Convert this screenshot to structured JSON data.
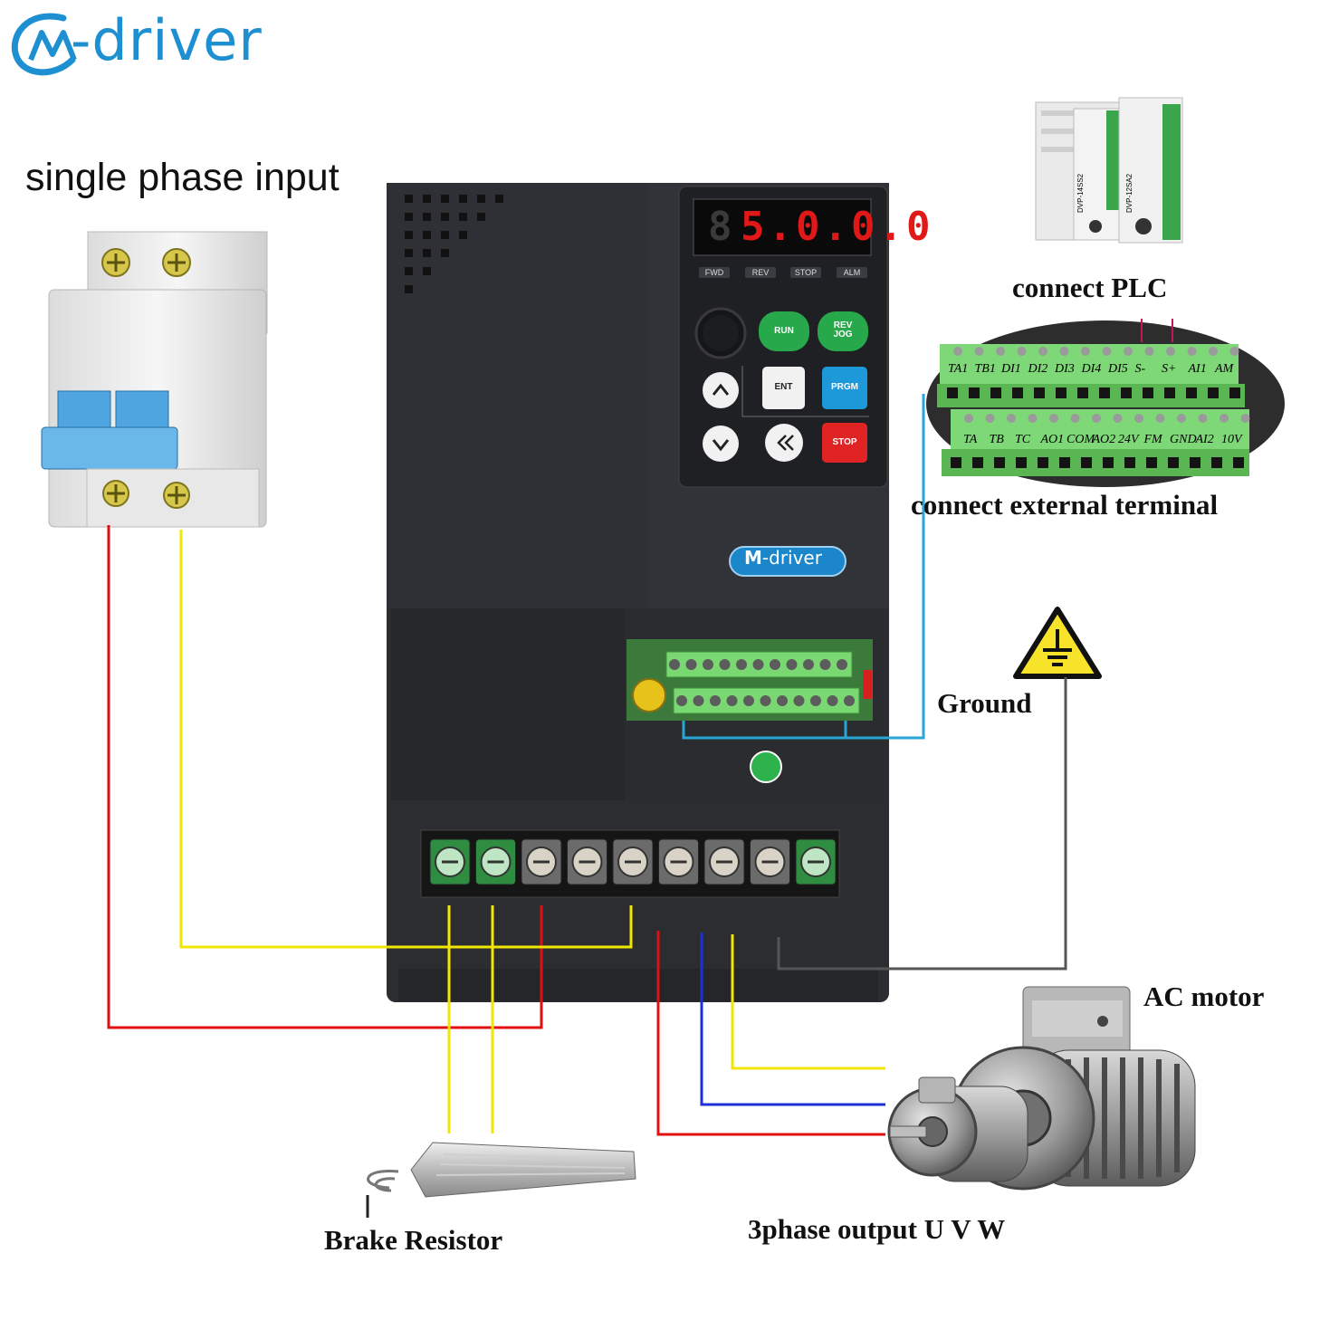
{
  "brand": {
    "logo_text": "-driver",
    "logo_mark": "M"
  },
  "labels": {
    "single_phase_input": "single phase input",
    "connect_plc": "connect PLC",
    "connect_external_terminal": "connect external terminal",
    "ground": "Ground",
    "ac_motor": "AC motor",
    "brake_resistor": "Brake Resistor",
    "three_phase_output": "3phase output U V W"
  },
  "inverter": {
    "display_value": "5.0.0.0",
    "display_lead_digit": "8",
    "status_leds": [
      "FWD",
      "REV",
      "STOP",
      "ALM"
    ],
    "buttons": {
      "run": "RUN",
      "rev": "REV",
      "jog": "JOG",
      "ent": "ENT",
      "prgm": "PRGM",
      "stop": "STOP"
    },
    "badge_text": "-driver",
    "badge_mark": "M"
  },
  "terminals": {
    "top_row": [
      "TA1",
      "TB1",
      "DI1",
      "DI2",
      "DI3",
      "DI4",
      "DI5",
      "S-",
      "S+",
      "AI1",
      "AM"
    ],
    "bottom_row": [
      "TA",
      "TB",
      "TC",
      "AO1",
      "COM",
      "AO2",
      "24V",
      "FM",
      "GND",
      "AI2",
      "10V"
    ]
  },
  "plc": {
    "model_1": "DVP-14SS2",
    "model_2": "DVP-12SA2"
  },
  "colors": {
    "brand_blue": "#1e8fd0",
    "wire_red": "#e01010",
    "wire_yellow": "#f2e600",
    "wire_blue": "#1d2fd6",
    "wire_cyan": "#27a6d8",
    "wire_gray": "#555555",
    "inverter_body": "#2b2d31",
    "terminal_green": "#6fd06a"
  }
}
